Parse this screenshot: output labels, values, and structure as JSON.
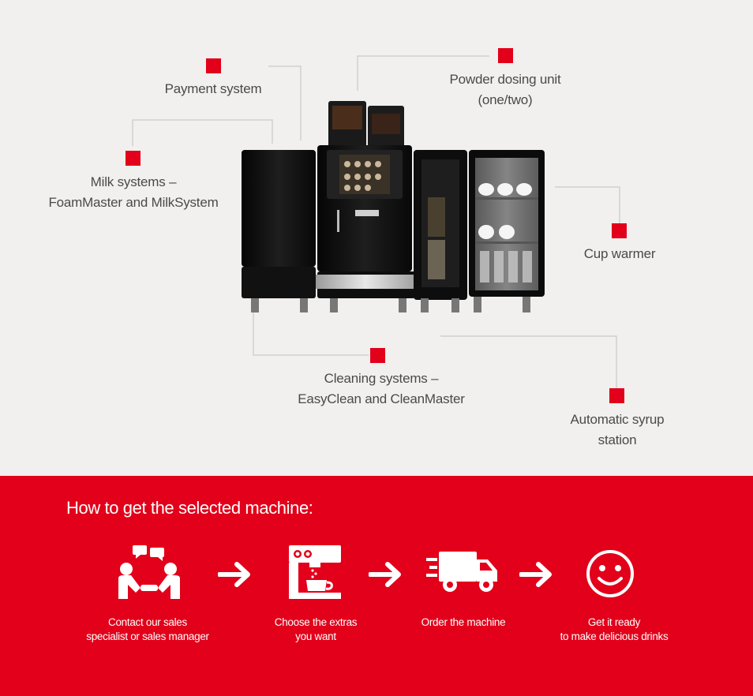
{
  "callouts": {
    "payment": "Payment system",
    "powder_l1": "Powder dosing unit",
    "powder_l2": "(one/two)",
    "milk_l1": "Milk systems –",
    "milk_l2": "FoamMaster and MilkSystem",
    "cup": "Cup warmer",
    "cleaning_l1": "Cleaning systems –",
    "cleaning_l2": "EasyClean and CleanMaster",
    "syrup_l1": "Automatic syrup",
    "syrup_l2": "station"
  },
  "how_to": {
    "heading": "How to get the selected machine:",
    "steps": [
      {
        "l1": "Contact our sales",
        "l2": "specialist or sales manager",
        "icon": "people-chat-icon"
      },
      {
        "l1": "Choose the extras",
        "l2": "you want",
        "icon": "coffee-machine-icon"
      },
      {
        "l1": "Order the machine",
        "l2": "",
        "icon": "delivery-truck-icon"
      },
      {
        "l1": "Get it ready",
        "l2": "to make delicious drinks",
        "icon": "smiley-icon"
      }
    ]
  },
  "colors": {
    "accent": "#e2001a",
    "background": "#f1f0ee",
    "text": "#4a4a4a"
  }
}
